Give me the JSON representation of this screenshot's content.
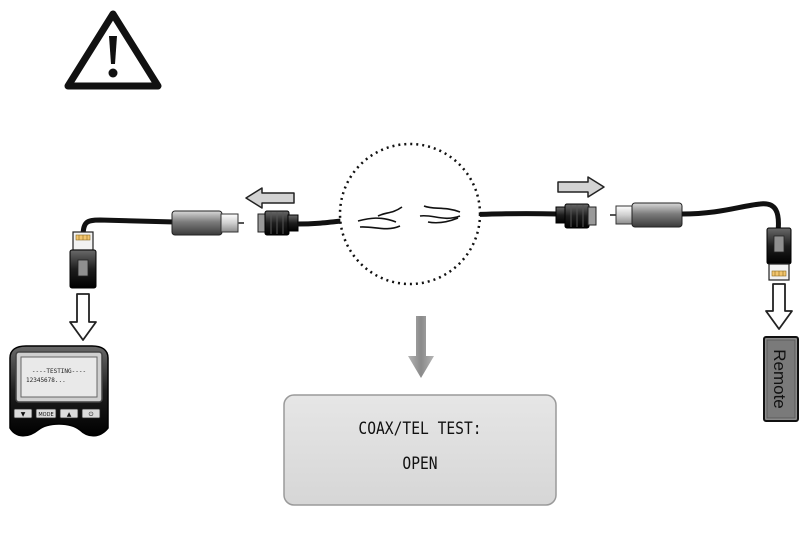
{
  "tester": {
    "screen_line1": "----TESTING----",
    "screen_line2": "12345678...",
    "buttons": [
      "▼",
      "MODE",
      "▲",
      "⏻"
    ]
  },
  "remote": {
    "label": "Remote"
  },
  "result_panel": {
    "line1": "COAX/TEL TEST:",
    "line2": "OPEN"
  },
  "icons": {
    "warning": "warning-triangle-icon",
    "broken_wire": "cable-break-icon"
  },
  "colors": {
    "panel_bg": "#dedede",
    "panel_border": "#9a9a9a",
    "arrow_fill": "#d0d0d0",
    "cable": "#111111"
  }
}
